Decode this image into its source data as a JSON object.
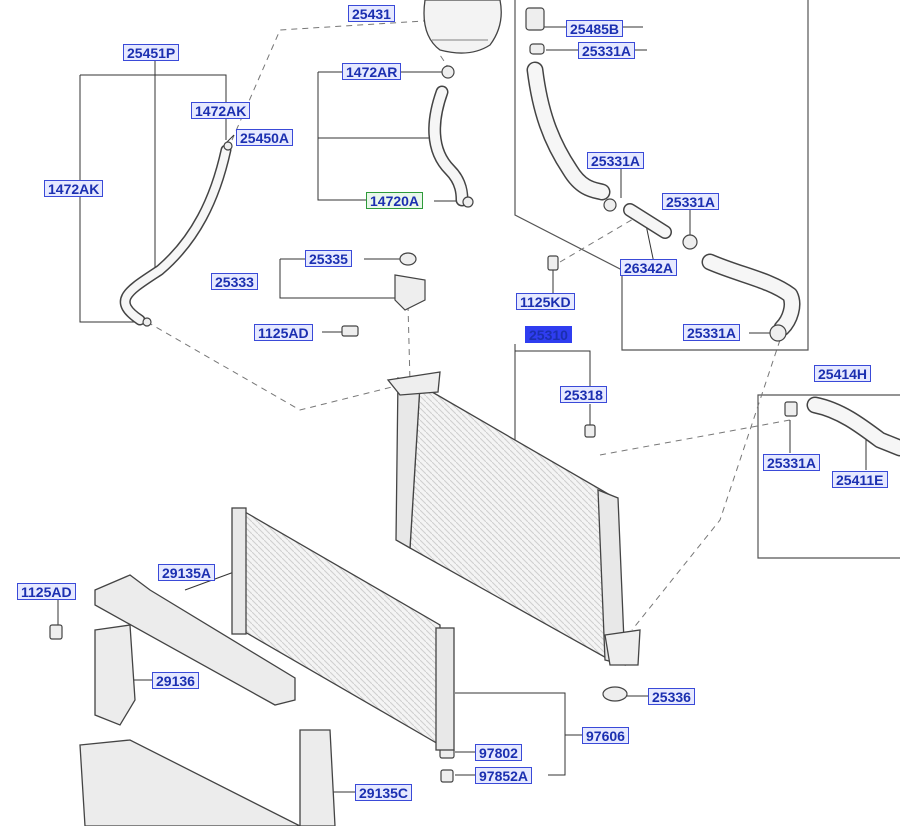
{
  "labels": {
    "l25431": "25431",
    "l25485B": "25485B",
    "l25331A_1": "25331A",
    "l1472AR": "1472AR",
    "l25451P": "25451P",
    "l1472AK_1": "1472AK",
    "l25450A": "25450A",
    "l1472AK_2": "1472AK",
    "l14720A": "14720A",
    "l25331A_2": "25331A",
    "l25331A_3": "25331A",
    "l25335": "25335",
    "l25333": "25333",
    "l26342A": "26342A",
    "l1125KD": "1125KD",
    "l1125AD_1": "1125AD",
    "l25331A_4": "25331A",
    "l25310": "25310",
    "l25414H": "25414H",
    "l25318": "25318",
    "l25331A_5": "25331A",
    "l25411E": "25411E",
    "l1125AD_2": "1125AD",
    "l29135A_1": "29135A",
    "l29136": "29136",
    "l25336": "25336",
    "l97606": "97606",
    "l97802": "97802",
    "l97852A": "97852A",
    "l29135C": "29135C"
  },
  "colors": {
    "label_border": "#3a4ad8",
    "label_text": "#1b2fb0",
    "label_fill": "#e6e9ff",
    "selected_fill": "#2f3df0",
    "green_border": "#2e9a3a",
    "line": "#444444"
  }
}
